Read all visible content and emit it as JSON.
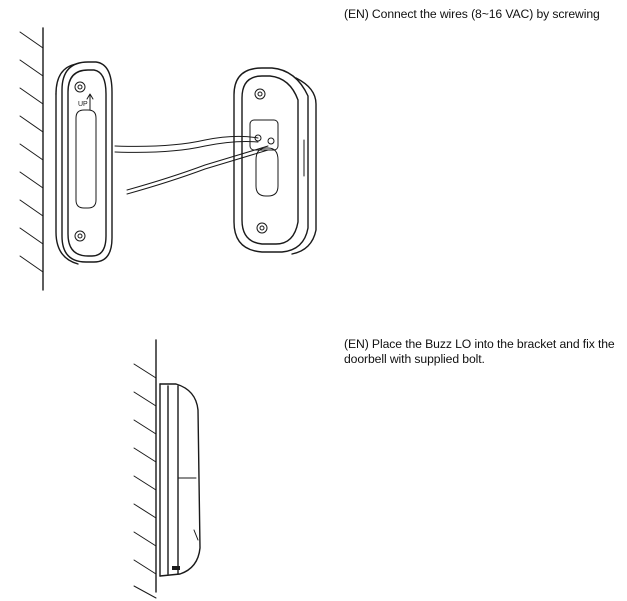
{
  "steps": [
    {
      "caption": "(EN) Connect the wires (8~16 VAC) by screwing"
    },
    {
      "caption": "(EN) Place the Buzz LO into the bracket and fix the doorbell with supplied bolt."
    }
  ],
  "icons": {
    "step1_illustration": "wall-bracket-wiring-illustration",
    "step2_illustration": "doorbell-mounted-side-view-illustration"
  }
}
